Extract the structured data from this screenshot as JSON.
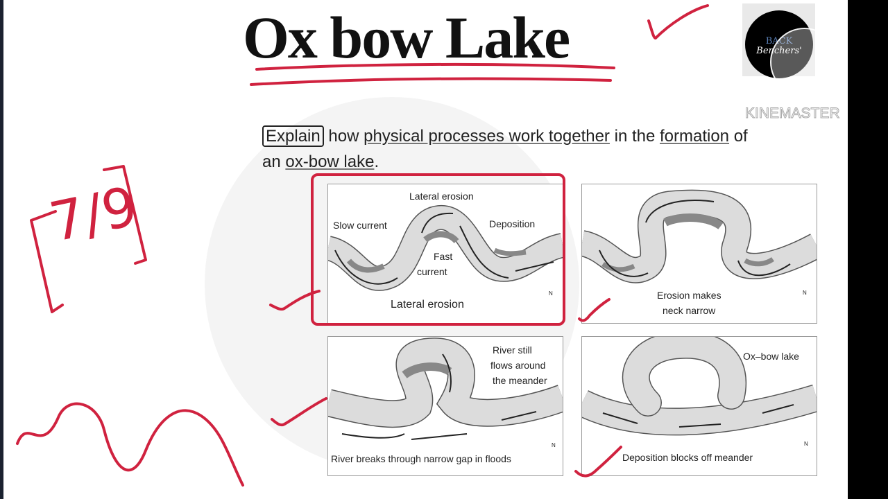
{
  "title": "Ox bow Lake",
  "question": {
    "boxed_word": "Explain",
    "part1": " how ",
    "underlined1": "physical processes work together",
    "part2": " in the ",
    "underlined2": "formation",
    "part3": " of",
    "part4": "an ",
    "underlined3": "ox-bow lake",
    "part5": "."
  },
  "panels": [
    {
      "labels": [
        "Lateral erosion",
        "Slow current",
        "Deposition",
        "Fast",
        "current",
        "Lateral erosion"
      ],
      "north": "N"
    },
    {
      "labels": [
        "Erosion makes",
        "neck narrow"
      ],
      "north": "N"
    },
    {
      "labels": [
        "River still",
        "flows around",
        "the meander",
        "River breaks through narrow gap in floods"
      ],
      "north": "N"
    },
    {
      "labels": [
        "Ox–bow lake",
        "Deposition blocks off meander"
      ],
      "north": "N"
    }
  ],
  "handwritten_marks": "7/9",
  "logo": {
    "line1": "BACK",
    "line2": "Benchers'"
  },
  "watermark": "KINEMASTER",
  "colors": {
    "ink_red": "#d0223f",
    "river_fill": "#d9d9d9",
    "deposition": "#8a8a8a"
  }
}
